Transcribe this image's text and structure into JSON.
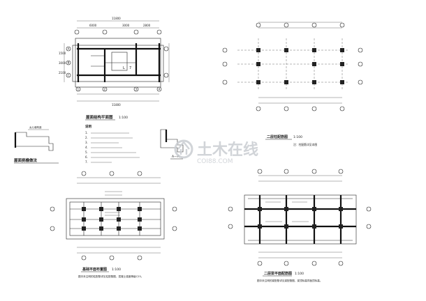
{
  "plans": {
    "tl": {
      "title": "屋面结构平面图",
      "scale": "1:100",
      "top_total": "11800",
      "top_dims": [
        "6000",
        "3000",
        "2800"
      ],
      "left_dims": [
        "1500",
        "3000",
        "2100"
      ],
      "bottom_total": "11800",
      "grid_bottom": [
        "1",
        "2",
        "3",
        "4"
      ],
      "grid_left": [
        "A",
        "B",
        "C"
      ],
      "marks": [
        "L",
        "7"
      ]
    },
    "tr": {
      "title": "二层柱配筋图",
      "scale": "1:100",
      "note": "注：柱配筋详见本图"
    },
    "bl": {
      "title": "基础平面布置图",
      "scale": "1:100",
      "note": "图中未注明的柱配筋详见柱配筋图，混凝土强度等级C25。"
    },
    "br": {
      "title": "二层梁平面配筋图",
      "scale": "1:100",
      "note": "图中未注明的梁配筋详见梁配筋图，梁顶标高同板顶标高。"
    }
  },
  "notes": {
    "header": "说明",
    "lines": [
      "1.",
      "2.",
      "3.",
      "4.",
      "5.",
      "6.",
      "7."
    ]
  },
  "details": {
    "left_title": "屋面挑檐做法",
    "left_label": "女儿墙构造",
    "right_label": "A—A"
  },
  "watermark": {
    "main": "土木在线",
    "sub": "COI88.COM",
    "color": "#c9cdd2"
  }
}
